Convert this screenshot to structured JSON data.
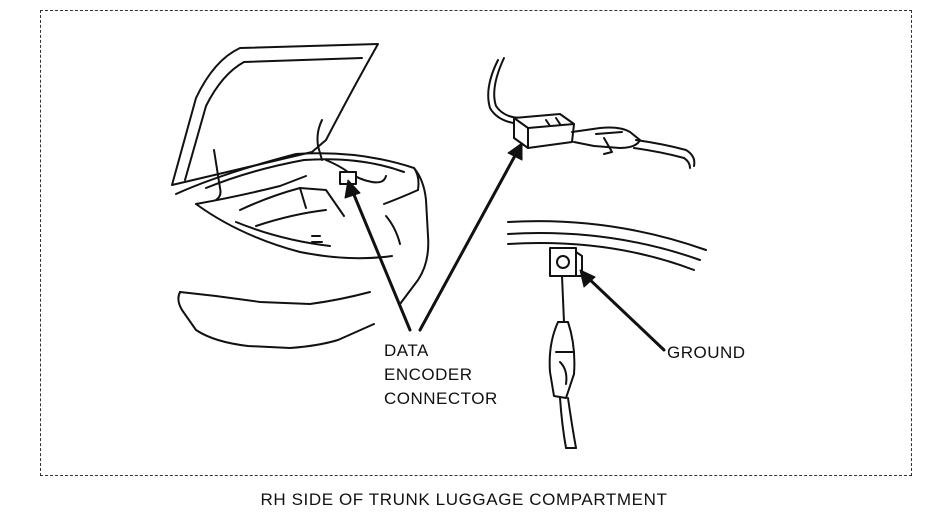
{
  "labels": {
    "data": "DATA",
    "encoder": "ENCODER",
    "connector": "CONNECTOR",
    "ground": "GROUND"
  },
  "caption": "RH SIDE OF TRUNK LUGGAGE COMPARTMENT",
  "colors": {
    "ink": "#111111",
    "paper": "#ffffff"
  }
}
